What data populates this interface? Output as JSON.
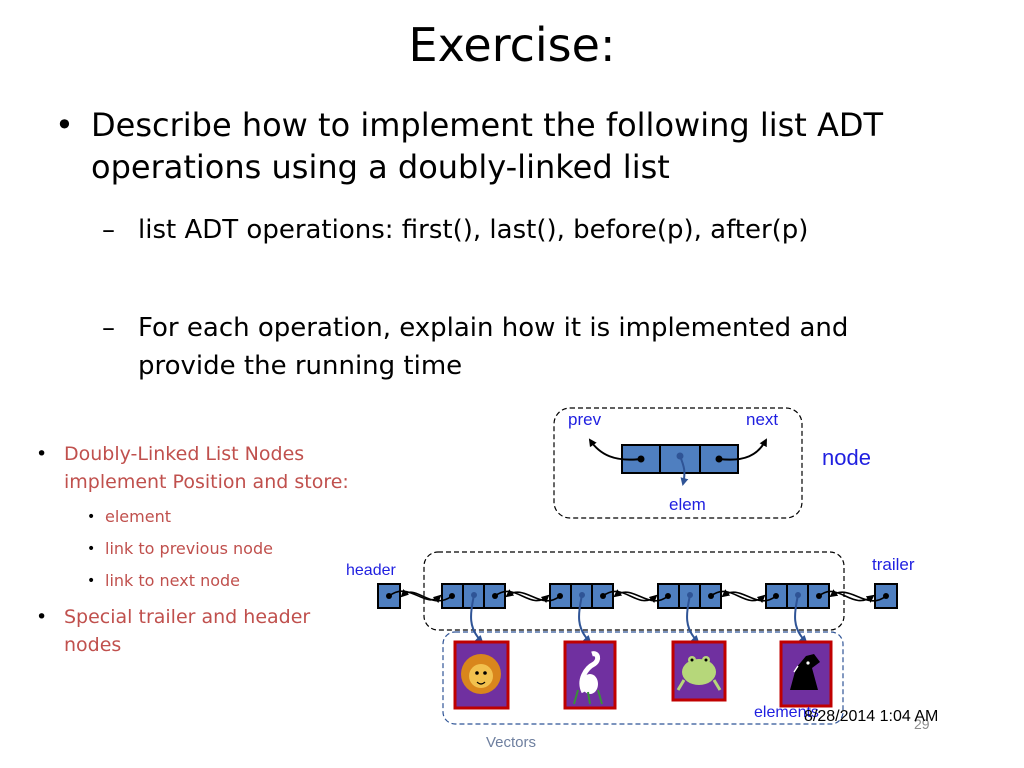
{
  "slide": {
    "title": "Exercise:",
    "bullet_main": "Describe how to implement the following list ADT operations using a doubly-linked list",
    "sub_bullets": [
      "list ADT operations: first(), last(), before(p), after(p)",
      "For each operation, explain how it is implemented and provide the running time"
    ]
  },
  "side_notes": {
    "items": [
      {
        "text": "Doubly-Linked List Nodes implement Position and store:",
        "children": [
          "element",
          "link to previous node",
          "link to next node"
        ]
      },
      {
        "text": "Special trailer and header nodes",
        "children": []
      }
    ]
  },
  "diagram": {
    "node_label": "node",
    "prev_label": "prev",
    "next_label": "next",
    "elem_label": "elem",
    "header_label": "header",
    "trailer_label": "trailer",
    "elements_label": "elements",
    "element_icons": [
      "lion-icon",
      "heron-icon",
      "frog-icon",
      "horse-icon"
    ],
    "colors": {
      "node_fill": "#4f7fc0",
      "label_blue": "#1f1fe0",
      "pointer_blue": "#2f5496",
      "image_frame_purple": "#7030a0",
      "image_frame_red": "#c00000",
      "list_text_red": "#c0504d"
    }
  },
  "footer": {
    "timestamp": "8/28/2014 1:04 AM",
    "slide_number": "29",
    "course": "Vectors"
  }
}
